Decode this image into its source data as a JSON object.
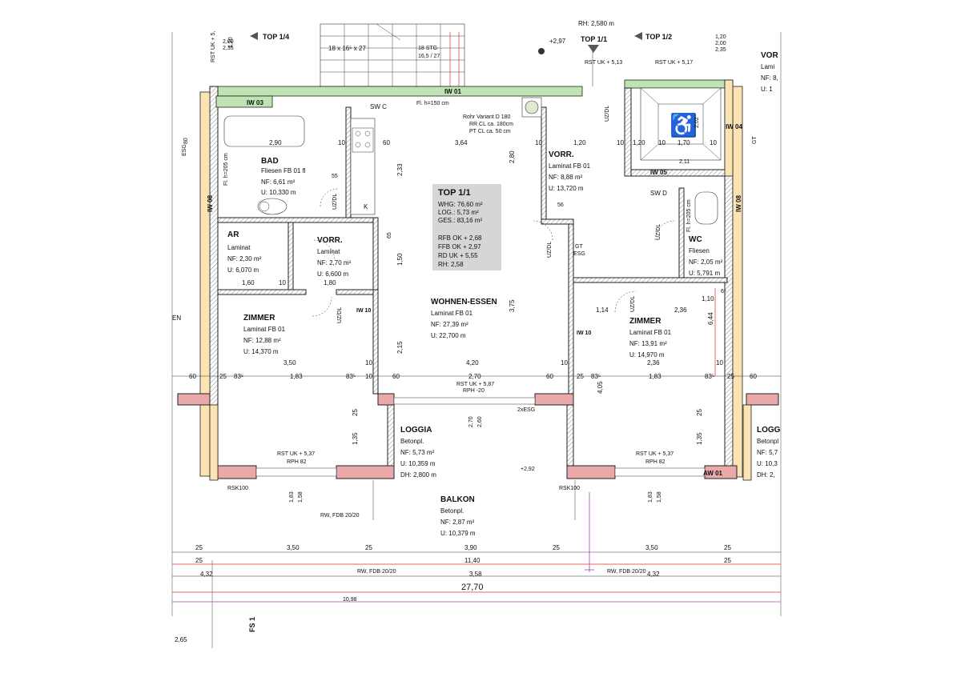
{
  "unit_title": "TOP 1/1",
  "unit_summary": [
    "WHG: 76,60 m²",
    "LOG.: 5,73 m²",
    "GES.: 83,16 m²",
    "RFB OK + 2,68",
    "FFB OK + 2,97",
    "RD UK + 5,55",
    "RH: 2,58"
  ],
  "top_labels": {
    "left": "TOP 1/4",
    "center": "TOP 1/1",
    "right": "TOP 1/2",
    "rh": "RH: 2,580 m",
    "level": "+2,97"
  },
  "stairs": {
    "count": "18 x 16⁵ x 27",
    "stg": "18 STG",
    "stg2": "16,5 / 27"
  },
  "rooms": [
    {
      "key": "bad",
      "name": "BAD",
      "floor": "Fliesen FB 01 fl",
      "nf": "NF: 6,61 m²",
      "u": "U: 10,330 m"
    },
    {
      "key": "ar",
      "name": "AR",
      "floor": "Laminat",
      "nf": "NF: 2,30 m²",
      "u": "U: 6,070 m"
    },
    {
      "key": "vorr_small",
      "name": "VORR.",
      "floor": "Laminat",
      "nf": "NF: 2,70 m²",
      "u": "U: 6,600 m"
    },
    {
      "key": "zimmer_l",
      "name": "ZIMMER",
      "floor": "Laminat FB 01",
      "nf": "NF: 12,88 m²",
      "u": "U: 14,370 m"
    },
    {
      "key": "wohnen",
      "name": "WOHNEN-ESSEN",
      "floor": "Laminat FB 01",
      "nf": "NF: 27,39 m²",
      "u": "U: 22,700 m"
    },
    {
      "key": "vorr",
      "name": "VORR.",
      "floor": "Laminat FB 01",
      "nf": "NF: 8,88 m²",
      "u": "U: 13,720 m"
    },
    {
      "key": "wc",
      "name": "WC",
      "floor": "Fliesen",
      "nf": "NF: 2,05 m²",
      "u": "U: 5,791 m"
    },
    {
      "key": "zimmer_r",
      "name": "ZIMMER",
      "floor": "Laminat FB 01",
      "nf": "NF: 13,91 m²",
      "u": "U: 14,970 m"
    },
    {
      "key": "loggia",
      "name": "LOGGIA",
      "floor": "Betonpl.",
      "nf": "NF: 5,73 m²",
      "u": "U: 10,359 m",
      "dh": "DH: 2,800 m"
    },
    {
      "key": "balkon",
      "name": "BALKON",
      "floor": "Betonpl.",
      "nf": "NF: 2,87 m²",
      "u": "U: 10,379 m"
    },
    {
      "key": "logg_edge",
      "name": "LOGG",
      "floor": "Betonpl",
      "nf": "NF: 5,7",
      "u": "U: 10,3",
      "dh": "DH: 2,"
    },
    {
      "key": "vor_edge",
      "name": "VOR",
      "floor": "Lami",
      "nf": "NF: 8,",
      "u": "U: 1"
    }
  ],
  "wall_tags": [
    "IW 01",
    "IW 03",
    "IW 08",
    "IW 08",
    "IW 04",
    "IW 05",
    "IW 10",
    "IW 10",
    "AW 01",
    "SW C",
    "SW D"
  ],
  "fixtures": [
    "K",
    "GT",
    "ESG",
    "GT",
    "ESG",
    "UZ/DL",
    "UZ/DL",
    "UZ/DL",
    "UZ/DL",
    "UZ/DL",
    "UZ/DL"
  ],
  "notes": {
    "rohr": "Rohr Variant D 180",
    "rr": "RR CL ca. 180cm",
    "pt": "PT CL ca. 50 cm",
    "fl_top": "Fl. h=150 cm",
    "fl_bad": "Fl. h=205 cm",
    "fl_wc": "Fl. h=205 cm",
    "rst_uk_513": "RST UK + 5,13",
    "rst_uk_517": "RST UK + 5,17",
    "rst_uk_5": "RST UK + 5,",
    "rst_uk_587": "RST UK + 5,87",
    "rph_20": "RPH -20",
    "rst_uk_537_l": "RST UK + 5,37",
    "rph_82_l": "RPH 82",
    "rst_uk_537_r": "RST UK + 5,37",
    "rph_82_r": "RPH 82",
    "rsk_l": "RSK100",
    "rsk_r": "RSK100",
    "rw_l": "RW, FDB 20/20",
    "rw_m": "RW, FDB 20/20",
    "rw_r": "RW, FDB 20/20",
    "zesg": "2xESG",
    "level_292": "+2,92",
    "fs1": "FS 1",
    "corner": "2,65",
    "edge_en": "EN"
  },
  "dims_bottom": {
    "row1": [
      "25",
      "3,50",
      "25",
      "3,90",
      "25",
      "3,50",
      "25"
    ],
    "row2_left": "25",
    "row2_mid": "11,40",
    "row2_right": "25",
    "row3": [
      "4,32",
      "3,58",
      "4,32"
    ],
    "total": "27,70",
    "purple": "10,98"
  },
  "dims_interior": {
    "bad_w": "2,90",
    "bad_c": "10",
    "k_60": "60",
    "wohn_w": "3,64",
    "wohn_10": "10",
    "vorr_120": "1,20",
    "vorr_10": "10",
    "vorr_180": "1,80",
    "vorr_160": "1,60",
    "vorr_1_80": "1,80",
    "ar_160": "1,60",
    "ar_10": "10",
    "zl_350": "3,50",
    "zl_10": "10",
    "wohn_420": "4,20",
    "zl_60": "60",
    "zl_25": "25",
    "zl_83": "83⁵",
    "zl_183": "1,83",
    "zl_83b": "83⁵",
    "zl_10b": "10",
    "w_60": "60",
    "w_270": "2,70",
    "w_60b": "60",
    "w_10": "10",
    "zr_25": "25",
    "zr_83": "83⁵",
    "zr_183": "1,83",
    "zr_83b": "83⁵",
    "zr_25b": "25",
    "zr_60": "60",
    "zr_236": "2,36",
    "zr_114": "1,14",
    "zr_110": "1,10",
    "zr_10": "10",
    "zr_6": "6⁵",
    "h_233": "2,33",
    "h_280": "2,80",
    "h_150": "1,50",
    "h_375": "3,75",
    "h_215": "2,15",
    "h_405": "4,05",
    "h_644": "6,44",
    "h_135a": "1,35",
    "h_135b": "1,35",
    "h_25a": "25",
    "h_25b": "25",
    "h_270": "2,70",
    "h_260": "2,60",
    "h_183": "1,83",
    "h_158": "1,58",
    "h_183b": "1,83",
    "h_158b": "1,58",
    "wc_120": "1,20",
    "wc_10": "10",
    "wc_170": "1,70",
    "wc_10b": "10",
    "r_120": "1,20",
    "r_200": "2,00",
    "r_235": "2,35",
    "l_120": "1,20",
    "l_200": "2,00",
    "l_235": "2,35",
    "sh_211": "2,11",
    "sh_202": "2,02",
    "w_56": "56",
    "w_65": "65",
    "w_55": "55",
    "bad_80": "80"
  }
}
